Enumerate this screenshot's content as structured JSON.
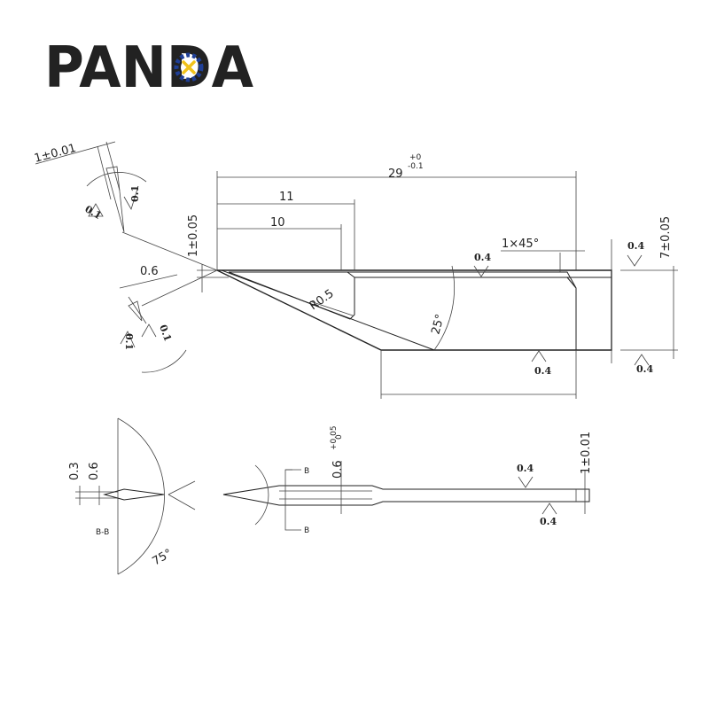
{
  "logo": {
    "text": "PANDA",
    "color": "#1f3f97",
    "accent": "#f1c21b"
  },
  "dims": {
    "overall_length": "29",
    "tol_top": "+0",
    "tol_bottom": "-0.1",
    "len_11": "11",
    "len_10": "10",
    "chamfer": "1×45°",
    "height": "7±0.05",
    "thickness": "1±0.05",
    "tip_width": "1±0.01",
    "tip_06": "0.6",
    "radius": "R0.5",
    "angle_25": "25°",
    "angle_75": "75°",
    "dim_03": "0.3",
    "dim_06": "0.6",
    "bottom_06": "0.6",
    "bottom_tol_top": "+0.05",
    "bottom_tol_bottom": "0",
    "bottom_thickness": "1±0.01"
  },
  "roughness": {
    "r1": "0.1",
    "r2": "0.1",
    "r3": "0.1",
    "r4": "0.1",
    "r5": "0.4",
    "r6": "0.4",
    "r7": "0.4",
    "r8": "0.4",
    "r9": "0.4",
    "r10": "0.4"
  },
  "section": {
    "label": "B-B",
    "marker_top": "B",
    "marker_bottom": "B"
  }
}
